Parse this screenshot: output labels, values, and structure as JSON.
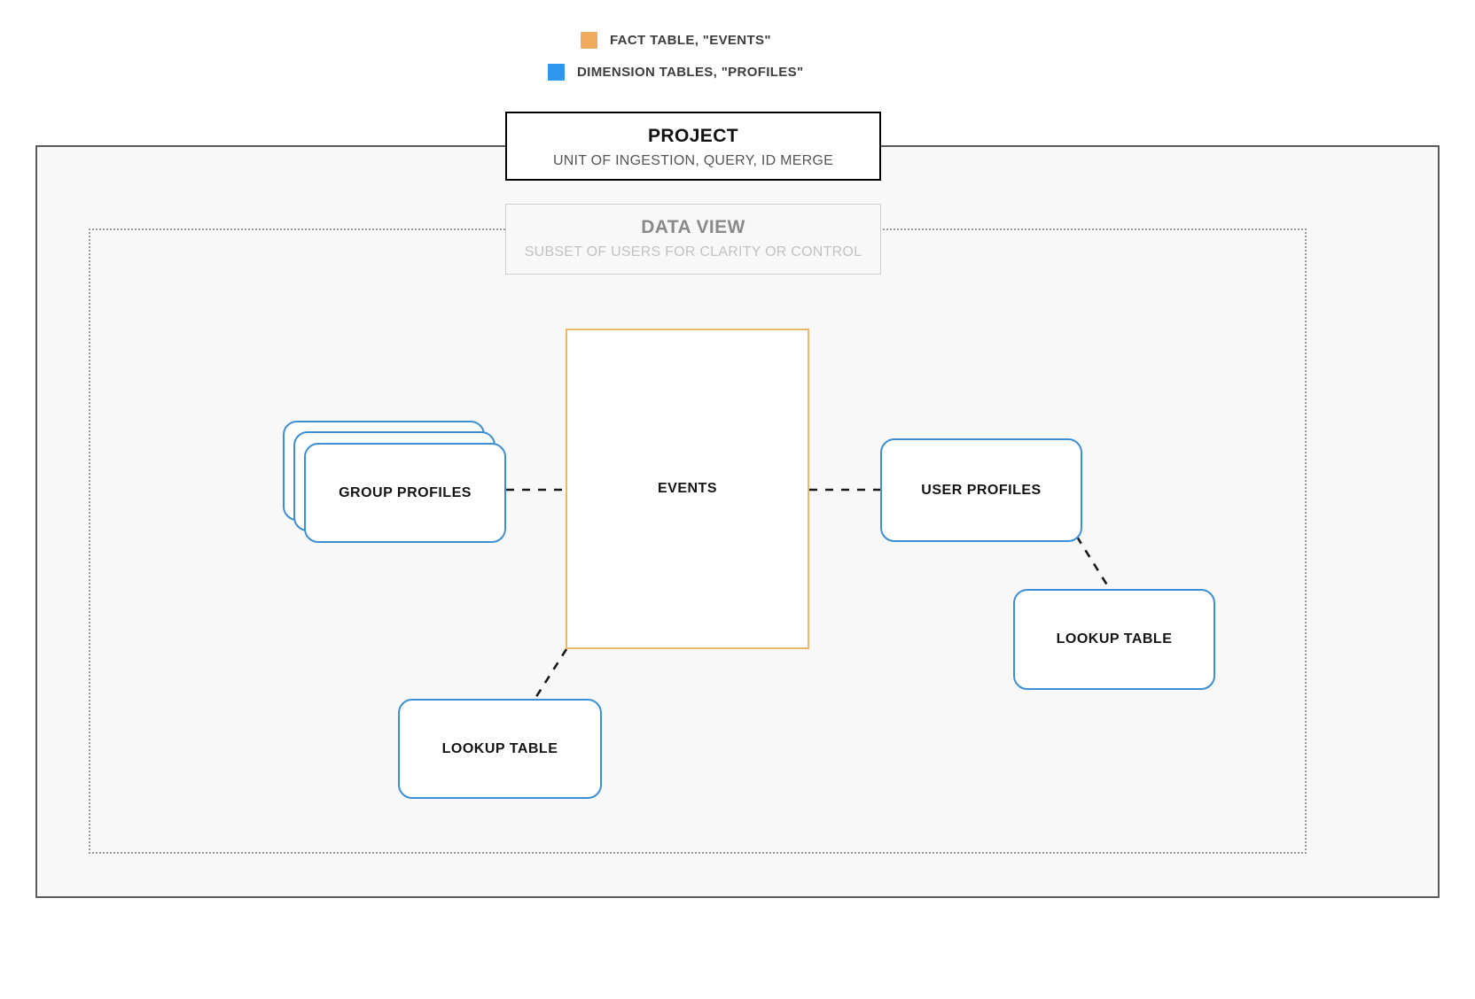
{
  "legend": {
    "items": [
      {
        "icon": "orange-square-swatch",
        "color": "#f0ab5f",
        "label": "FACT TABLE, \"EVENTS\""
      },
      {
        "icon": "blue-square-swatch",
        "color": "#2e96ee",
        "label": "DIMENSION TABLES, \"PROFILES\""
      }
    ]
  },
  "project": {
    "title": "PROJECT",
    "subtitle": "UNIT OF INGESTION, QUERY, ID MERGE",
    "border_color": "#000000"
  },
  "data_view": {
    "title": "DATA VIEW",
    "subtitle": "SUBSET OF USERS FOR CLARITY OR CONTROL",
    "border_color": "#cfcfcf"
  },
  "nodes": {
    "events": {
      "label": "EVENTS",
      "kind": "fact-table",
      "color": "#e8b96d"
    },
    "group_profiles": {
      "label": "GROUP PROFILES",
      "kind": "dimension-table",
      "color": "#3b8fd4",
      "stacked": 3
    },
    "user_profiles": {
      "label": "USER PROFILES",
      "kind": "dimension-table",
      "color": "#3b8fd4"
    },
    "lookup_table_left": {
      "label": "LOOKUP TABLE",
      "kind": "dimension-table",
      "color": "#3b8fd4"
    },
    "lookup_table_right": {
      "label": "LOOKUP TABLE",
      "kind": "dimension-table",
      "color": "#3b8fd4"
    }
  },
  "connectors": [
    {
      "name": "group-profiles-to-events",
      "style": "dashed",
      "color": "#1a1a1a"
    },
    {
      "name": "events-to-user-profiles",
      "style": "dashed",
      "color": "#1a1a1a"
    },
    {
      "name": "user-profiles-to-lookup-table-right",
      "style": "dashed",
      "color": "#1a1a1a"
    },
    {
      "name": "events-to-lookup-table-left",
      "style": "dashed",
      "color": "#1a1a1a"
    }
  ]
}
